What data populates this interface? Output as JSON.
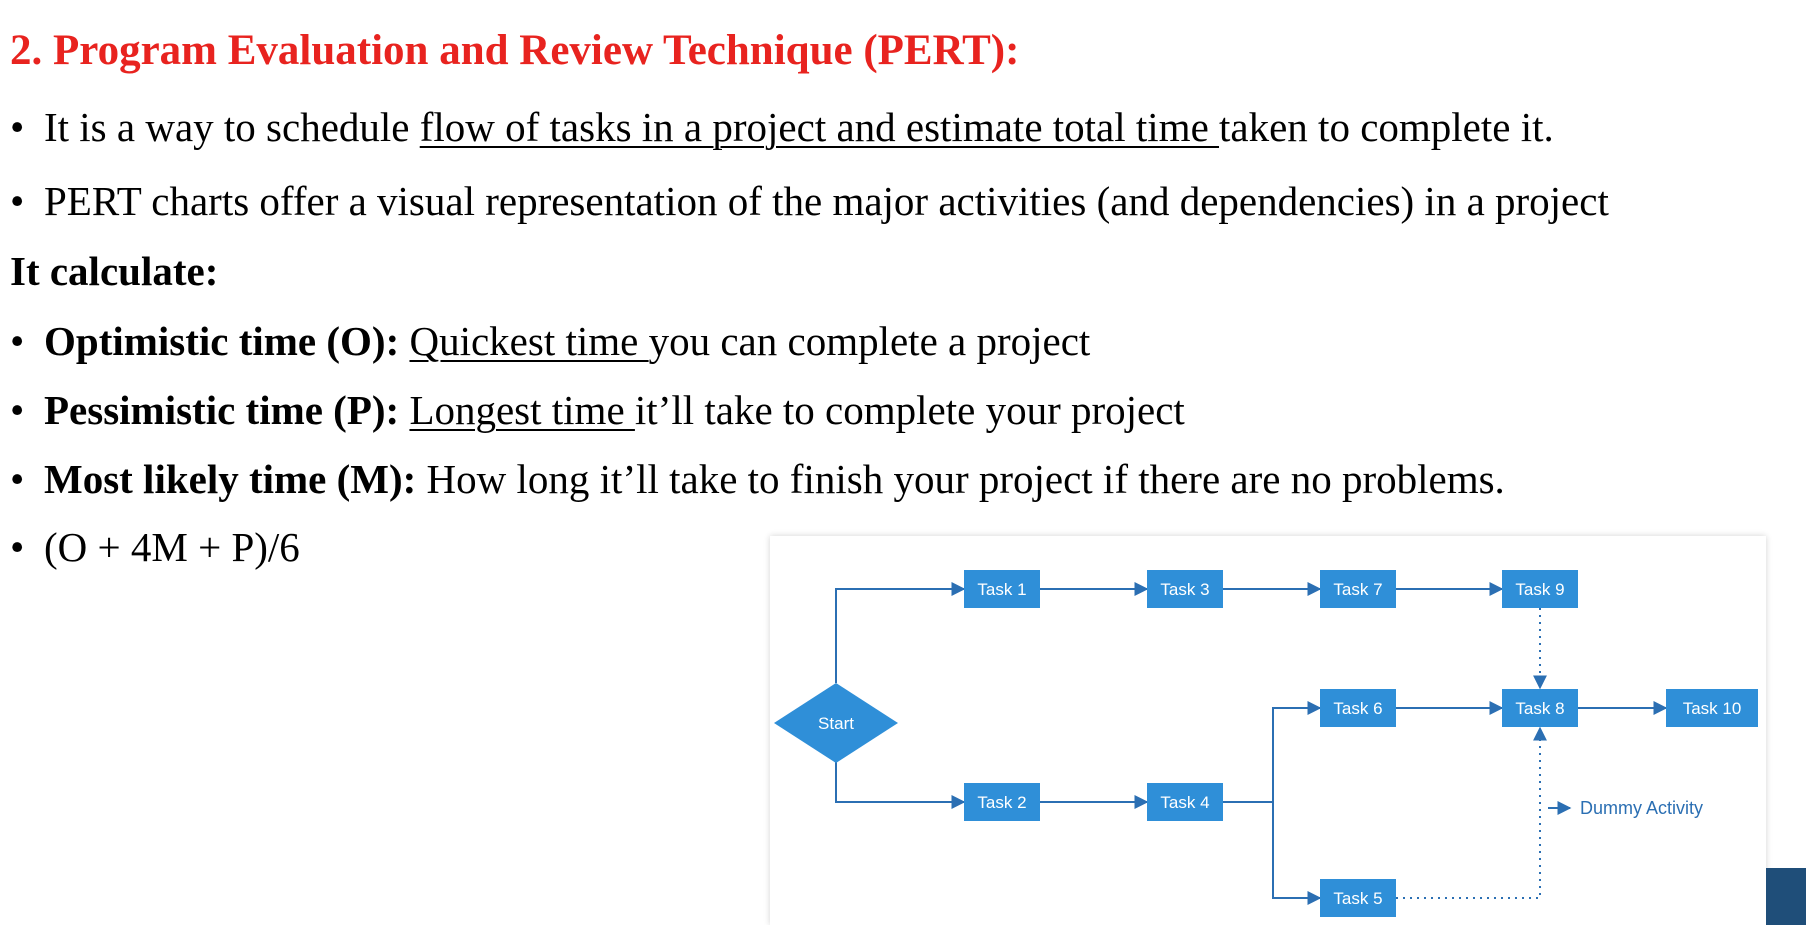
{
  "heading": "2. Program Evaluation and Review Technique (PERT):",
  "bullet_symbol": "•",
  "intro_bullets": [
    {
      "before": "It is a way to schedule ",
      "underlined": "flow of tasks in a project and estimate total time ",
      "after": "taken to complete it."
    },
    {
      "text": "PERT charts offer a visual representation of the major activities (and dependencies) in a project"
    }
  ],
  "calc_heading": "It calculate:",
  "time_bullets": [
    {
      "term": "Optimistic time (O):",
      "underlined": "Quickest time ",
      "after": "you can complete a project"
    },
    {
      "term": "Pessimistic time (P):",
      "underlined": "Longest time ",
      "after": "it’ll take to complete your project"
    },
    {
      "term": "Most likely time (M):",
      "after": "How long it’ll take to finish your project if there are no problems."
    }
  ],
  "formula": "(O + 4M + P)/6",
  "diagram": {
    "start_label": "Start",
    "tasks": {
      "task1": "Task 1",
      "task2": "Task 2",
      "task3": "Task 3",
      "task4": "Task 4",
      "task5": "Task 5",
      "task6": "Task 6",
      "task7": "Task 7",
      "task8": "Task 8",
      "task9": "Task 9",
      "task10": "Task 10"
    },
    "dummy_label": "Dummy Activity",
    "colors": {
      "node_fill": "#2f8fd8",
      "edge": "#2b6fb3",
      "label_text": "#ffffff"
    }
  },
  "colors": {
    "heading": "#e8231f",
    "body_text": "#000000",
    "corner_accent": "#1f4e79"
  }
}
